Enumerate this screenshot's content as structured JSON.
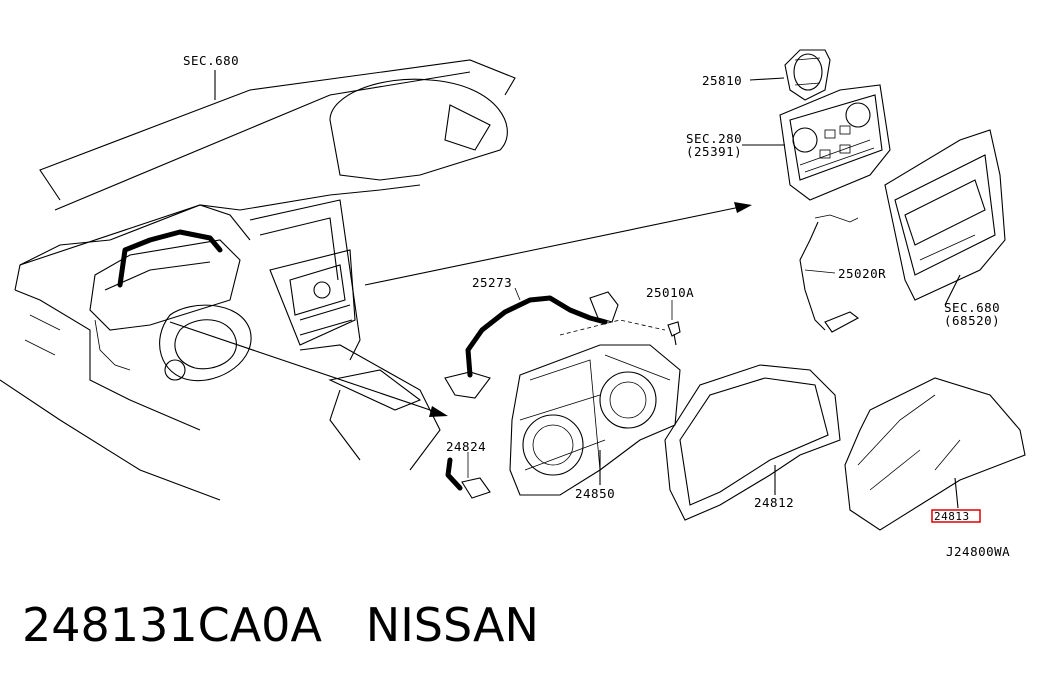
{
  "diagram": {
    "labels": {
      "sec680_top": "SEC.680",
      "p25810": "25810",
      "sec280_a": "SEC.280",
      "sec280_b": "(25391)",
      "p25020r": "25020R",
      "sec680_r_a": "SEC.680",
      "sec680_r_b": "(68520)",
      "p25273": "25273",
      "p25010a": "25010A",
      "p24824": "24824",
      "p24850": "24850",
      "p24812": "24812",
      "p24813": "24813",
      "code": "J24800WA"
    },
    "highlight_color": "#e00000"
  },
  "caption": {
    "part_number": "248131CA0A",
    "brand": "NISSAN"
  }
}
